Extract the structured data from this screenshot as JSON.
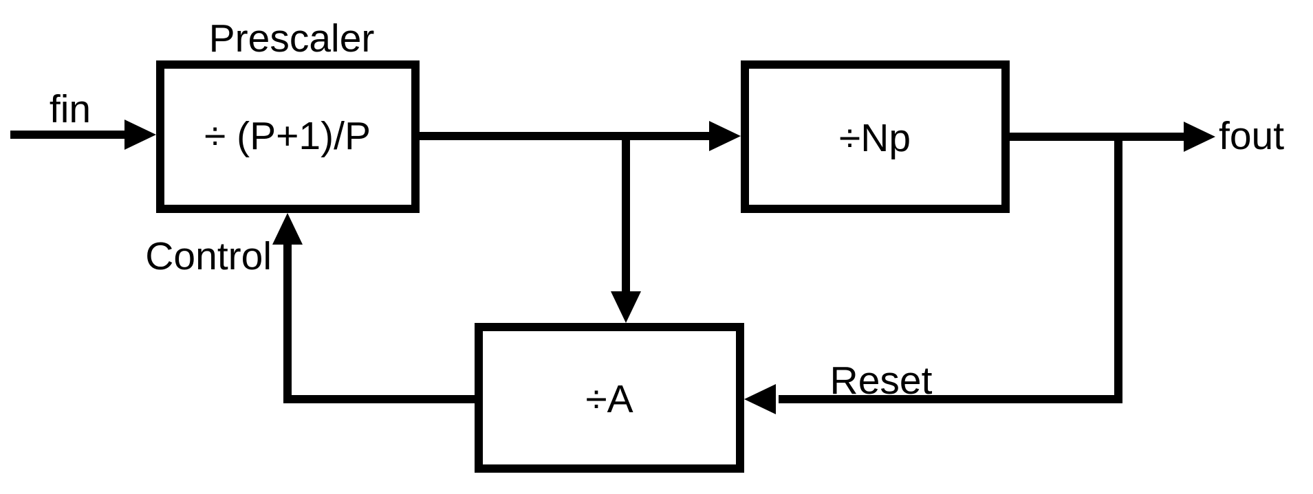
{
  "diagram": {
    "description": "Pulse-swallow dual-modulus frequency divider block diagram",
    "colors": {
      "background": "#ffffff",
      "line": "#000000",
      "text": "#000000"
    },
    "blocks": [
      {
        "caption": "Prescaler",
        "formula": "÷ (P+1)/P"
      },
      {
        "formula": "÷Np"
      },
      {
        "formula": "÷A"
      }
    ],
    "labels": {
      "input": "fin",
      "output": "fout",
      "control": "Control",
      "reset": "Reset"
    }
  }
}
